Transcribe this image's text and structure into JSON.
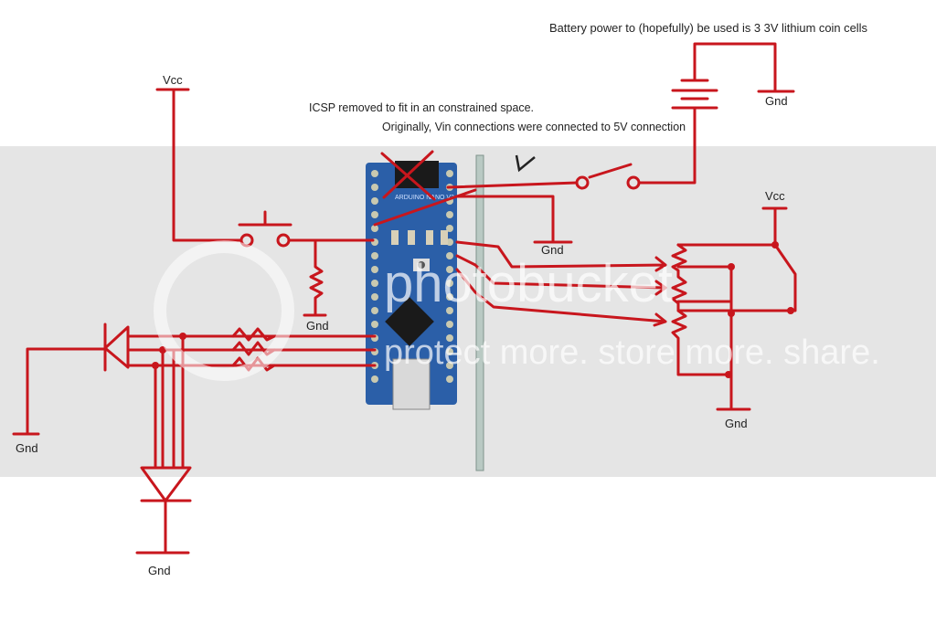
{
  "notes": {
    "battery": "Battery power to (hopefully) be used  is  3 3V lithium coin cells",
    "icsp": "ICSP removed to fit in an constrained space.",
    "vin": "Originally, Vin connections were connected to 5V connection"
  },
  "labels": {
    "vcc_left": "Vcc",
    "vcc_right": "Vcc",
    "gnd_battery": "Gnd",
    "gnd_board": "Gnd",
    "gnd_button": "Gnd",
    "gnd_diode_left": "Gnd",
    "gnd_diode_bottom": "Gnd",
    "gnd_pots": "Gnd"
  },
  "board": {
    "name": "ARDUINO NANO V3"
  },
  "watermark": {
    "brand": "photobucket",
    "tagline": "protect more. store more. share."
  },
  "colors": {
    "wire": "#c8161d",
    "board": "#2b5fa8",
    "band": "#e5e5e5"
  }
}
